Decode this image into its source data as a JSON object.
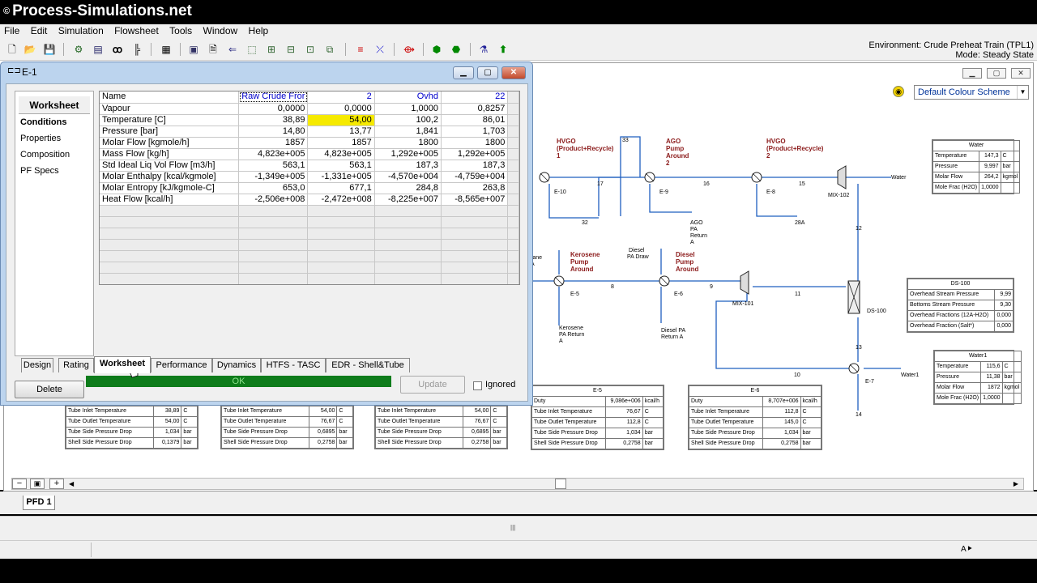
{
  "watermark": {
    "symbol": "©",
    "text": "Process-Simulations.net"
  },
  "menu": [
    "File",
    "Edit",
    "Simulation",
    "Flowsheet",
    "Tools",
    "Window",
    "Help"
  ],
  "environment": {
    "line1": "Environment: Crude Preheat Train (TPL1)",
    "line2": "Mode: Steady State"
  },
  "colour_scheme": {
    "value": "Default Colour Scheme"
  },
  "window": {
    "title": "E-1",
    "side_header": "Worksheet",
    "nav": [
      "Conditions",
      "Properties",
      "Composition",
      "PF Specs"
    ],
    "grid": {
      "columns": [
        "Name",
        "Raw Crude Fror",
        "2",
        "Ovhd",
        "22"
      ],
      "rows": [
        [
          "Vapour",
          "0,0000",
          "0,0000",
          "1,0000",
          "0,8257"
        ],
        [
          "Temperature [C]",
          "38,89",
          "54,00",
          "100,2",
          "86,01"
        ],
        [
          "Pressure [bar]",
          "14,80",
          "13,77",
          "1,841",
          "1,703"
        ],
        [
          "Molar Flow [kgmole/h]",
          "1857",
          "1857",
          "1800",
          "1800"
        ],
        [
          "Mass Flow [kg/h]",
          "4,823e+005",
          "4,823e+005",
          "1,292e+005",
          "1,292e+005"
        ],
        [
          "Std Ideal Liq Vol Flow [m3/h]",
          "563,1",
          "563,1",
          "187,3",
          "187,3"
        ],
        [
          "Molar Enthalpy [kcal/kgmole]",
          "-1,349e+005",
          "-1,331e+005",
          "-4,570e+004",
          "-4,759e+004"
        ],
        [
          "Molar Entropy [kJ/kgmole-C]",
          "653,0",
          "677,1",
          "284,8",
          "263,8"
        ],
        [
          "Heat Flow [kcal/h]",
          "-2,506e+008",
          "-2,472e+008",
          "-8,225e+007",
          "-8,565e+007"
        ]
      ]
    },
    "tabs": [
      "Design",
      "Rating",
      "Worksheet",
      "Performance",
      "Dynamics",
      "HTFS - TASC",
      "EDR - Shell&Tube"
    ],
    "delete_label": "Delete",
    "status_text": "OK",
    "update_label": "Update",
    "ignored_label": "Ignored"
  },
  "pfd": {
    "tab_label": "PFD 1",
    "labels": {
      "hvgo1": [
        "HVGO",
        "(Product+Recycle)",
        "1"
      ],
      "ago": [
        "AGO",
        "Pump",
        "Around",
        "2"
      ],
      "hvgo2": [
        "HVGO",
        "(Product+Recycle)",
        "2"
      ],
      "kero": [
        "Kerosene",
        "Pump",
        "Around"
      ],
      "diesel": [
        "Diesel",
        "Pump",
        "Around"
      ],
      "e10": "E-10",
      "e9": "E-9",
      "e8": "E-8",
      "e5": "E-5",
      "e6": "E-6",
      "e7": "E-7",
      "mix102": "MIX-102",
      "mix101": "MIX-101",
      "ds100": "DS-100",
      "s33": "33",
      "s17": "17",
      "s32": "32",
      "s16": "16",
      "s15": "15",
      "s12": "12",
      "s28a": "28A",
      "s8": "8",
      "s9": "9",
      "s11": "11",
      "s13": "13",
      "s10": "10",
      "s14": "14",
      "water": "Water",
      "water1": "Water1",
      "ago_ret": [
        "AGO",
        "PA",
        "Return",
        "A"
      ],
      "dieselpa": [
        "Diesel",
        "PA Draw"
      ],
      "kero_ret": [
        "Kerosene",
        "PA Return",
        "A"
      ],
      "diesel_ret": [
        "Diesel PA",
        "Return A"
      ],
      "rane": [
        "rane",
        "A"
      ]
    },
    "water_table": {
      "title": "Water",
      "rows": [
        [
          "Temperature",
          "147,3",
          "C"
        ],
        [
          "Pressure",
          "9,997",
          "bar"
        ],
        [
          "Molar Flow",
          "264,2",
          "kgmol"
        ],
        [
          "Mole Frac (H2O)",
          "1,0000",
          ""
        ]
      ]
    },
    "ds100_table": {
      "title": "DS-100",
      "rows": [
        [
          "Overhead Stream Pressure",
          "9,99"
        ],
        [
          "Bottoms Stream Pressure",
          "9,30"
        ],
        [
          "Overhead Fractions (12A-H2O)",
          "0,000"
        ],
        [
          "Overhead Fraction (Salt*)",
          "0,000"
        ]
      ]
    },
    "water1_table": {
      "title": "Water1",
      "rows": [
        [
          "Temperature",
          "115,6",
          "C"
        ],
        [
          "Pressure",
          "11,38",
          "bar"
        ],
        [
          "Molar Flow",
          "1872",
          "kgmol"
        ],
        [
          "Mole Frac (H2O)",
          "1,0000",
          ""
        ]
      ]
    },
    "e5_table": {
      "title": "E-5",
      "rows": [
        [
          "Duty",
          "9,086e+006",
          "kcal/h"
        ],
        [
          "Tube Inlet Temperature",
          "76,67",
          "C"
        ],
        [
          "Tube Outlet Temperature",
          "112,8",
          "C"
        ],
        [
          "Tube Side Pressure Drop",
          "1,034",
          "bar"
        ],
        [
          "Shell Side Pressure Drop",
          "0,2758",
          "bar"
        ]
      ]
    },
    "e6_table": {
      "title": "E-6",
      "rows": [
        [
          "Duty",
          "8,707e+006",
          "kcal/h"
        ],
        [
          "Tube Inlet Temperature",
          "112,8",
          "C"
        ],
        [
          "Tube Outlet Temperature",
          "145,0",
          "C"
        ],
        [
          "Tube Side Pressure Drop",
          "1,034",
          "bar"
        ],
        [
          "Shell Side Pressure Drop",
          "0,2758",
          "bar"
        ]
      ]
    },
    "t1_table": {
      "rows": [
        [
          "Tube Inlet Temperature",
          "38,89",
          "C"
        ],
        [
          "Tube Outlet Temperature",
          "54,00",
          "C"
        ],
        [
          "Tube Side Pressure Drop",
          "1,034",
          "bar"
        ],
        [
          "Shell Side Pressure Drop",
          "0,1379",
          "bar"
        ]
      ]
    },
    "t2_table": {
      "rows": [
        [
          "Tube Inlet Temperature",
          "54,00",
          "C"
        ],
        [
          "Tube Outlet Temperature",
          "76,67",
          "C"
        ],
        [
          "Tube Side Pressure Drop",
          "0,6895",
          "bar"
        ],
        [
          "Shell Side Pressure Drop",
          "0,2758",
          "bar"
        ]
      ]
    },
    "t3_table": {
      "rows": [
        [
          "Tube Inlet Temperature",
          "54,00",
          "C"
        ],
        [
          "Tube Outlet Temperature",
          "76,67",
          "C"
        ],
        [
          "Tube Side Pressure Drop",
          "0,6895",
          "bar"
        ],
        [
          "Shell Side Pressure Drop",
          "0,2758",
          "bar"
        ]
      ]
    }
  },
  "colors": {
    "accent": "#0000cc",
    "status_green": "#0e7c1b",
    "highlight": "#f6ea00",
    "stream_blue": "#1f5fbf"
  }
}
